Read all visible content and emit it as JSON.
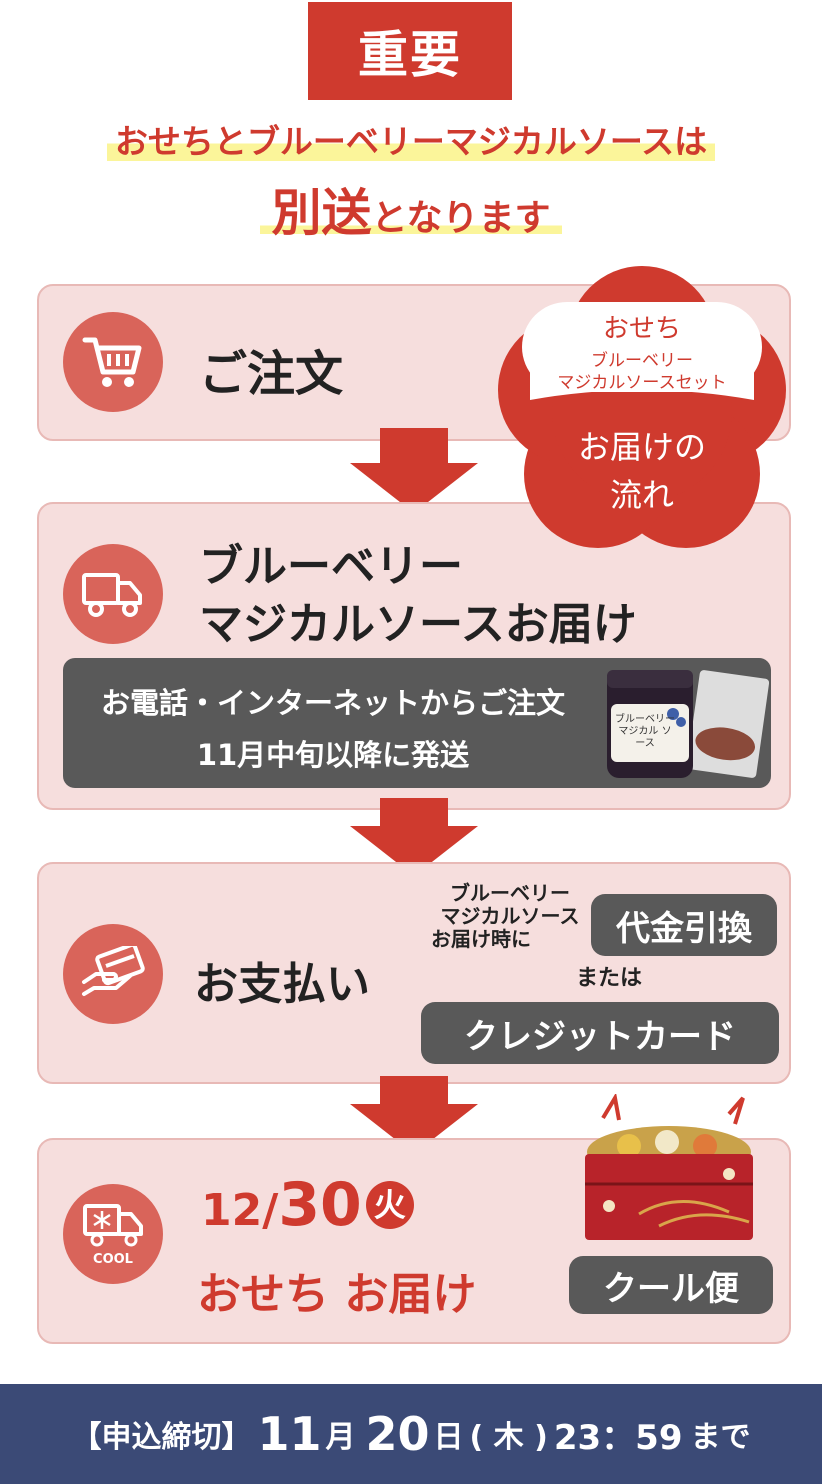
{
  "badge": "重要",
  "headline": {
    "line1": "おせちとブルーベリーマジカルソースは",
    "line2_emphasis": "別送",
    "line2_rest": "となります"
  },
  "flower": {
    "label1": "おせち",
    "label2": "ブルーベリー",
    "label3": "マジカルソースセット",
    "label4": "お届けの",
    "label5": "流れ"
  },
  "step_order": {
    "title": "ご注文",
    "icon": "cart-icon"
  },
  "step_sauce": {
    "title_line1": "ブルーベリー",
    "title_line2": "マジカルソースお届け",
    "icon": "truck-icon",
    "info_line1": "お電話・インターネットからご注文",
    "info_line2": "11月中旬以降に発送",
    "jar_label": "ブルーベリー マジカル ソース"
  },
  "step_payment": {
    "title": "お支払い",
    "icon": "card-hand-icon",
    "note_line1": "ブルーベリー",
    "note_line2": "マジカルソース",
    "note_line3": "お届け時に",
    "cod": "代金引換",
    "or": "または",
    "credit": "クレジットカード"
  },
  "step_osechi": {
    "icon": "cool-truck-icon",
    "cool_label": "COOL",
    "date_month_day_a": "12/",
    "date_month_day_b": "30",
    "weekday": "火",
    "line2": "おせち お届け",
    "delivery_type": "クール便"
  },
  "footer": {
    "label": "【申込締切】",
    "month": "11",
    "month_unit": "月",
    "day": "20",
    "day_unit": "日",
    "weekday": "( 木 )",
    "time": "23：59",
    "until": "まで"
  },
  "colors": {
    "accent": "#cf3a2e",
    "panel": "#f6dedd",
    "icon_circle": "#d9645a",
    "grey": "#595959",
    "footer": "#3b4a76",
    "highlight": "#fbf59a"
  }
}
